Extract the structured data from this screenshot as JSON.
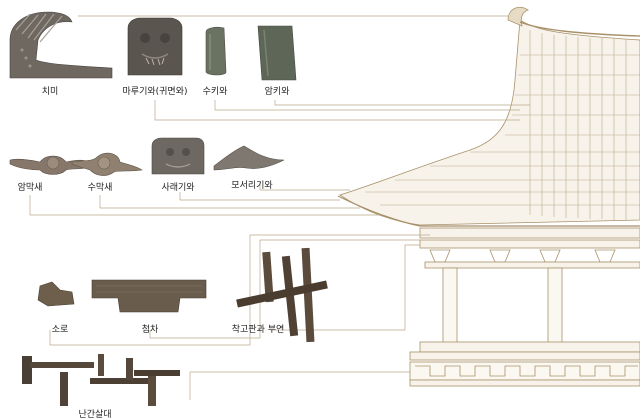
{
  "diagram": {
    "labels": {
      "chimi": "치미",
      "marugiwa": "마루기와(귀면와)",
      "sukiwa": "수키와",
      "amkiwa": "암키와",
      "ammaksae": "암막새",
      "sumaksae": "수막새",
      "saraegiwa": "사래기와",
      "moseorigiwa": "모서리기와",
      "soro": "소로",
      "cheomcha": "첨차",
      "chakgopan": "착고판과 부연",
      "nangansaldae": "난간살대"
    },
    "colors": {
      "line": "#b9a98a",
      "building_line": "#a8916a",
      "roof_fill": "#f7f3ea",
      "artifact_dark": "#5a5550",
      "artifact_mid": "#7d766d",
      "tile_green": "#6a7262",
      "wood": "#5b4b3c"
    }
  }
}
